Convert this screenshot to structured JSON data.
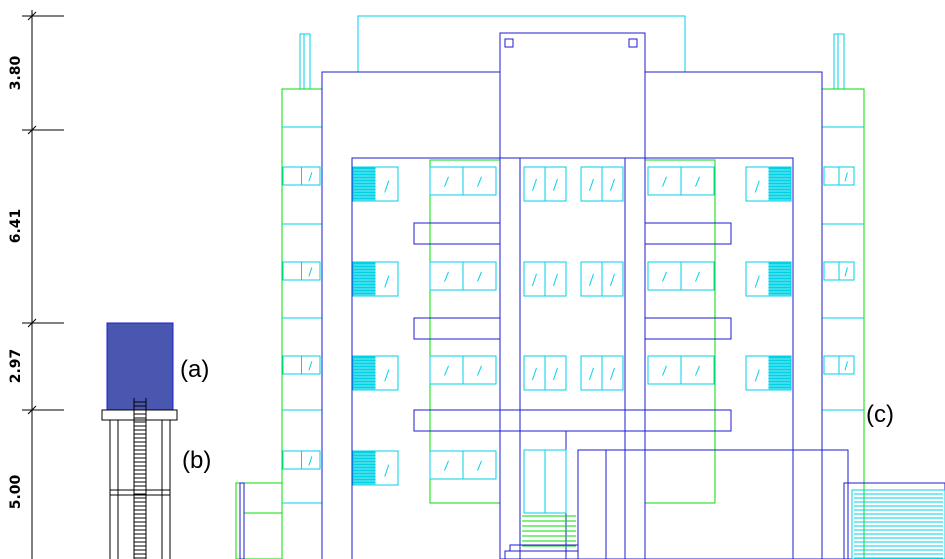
{
  "dimensions": [
    "3.80",
    "6.41",
    "2.97",
    "5.00"
  ],
  "labels": {
    "a": "(a)",
    "b": "(b)",
    "c": "(c)"
  },
  "colors": {
    "structure": "#1c1cd2",
    "windows": "#00d2e6",
    "balcony": "#00dc00",
    "tank_fill": "#4a57b0",
    "dimension_line": "#000000",
    "background": "#ffffff"
  }
}
